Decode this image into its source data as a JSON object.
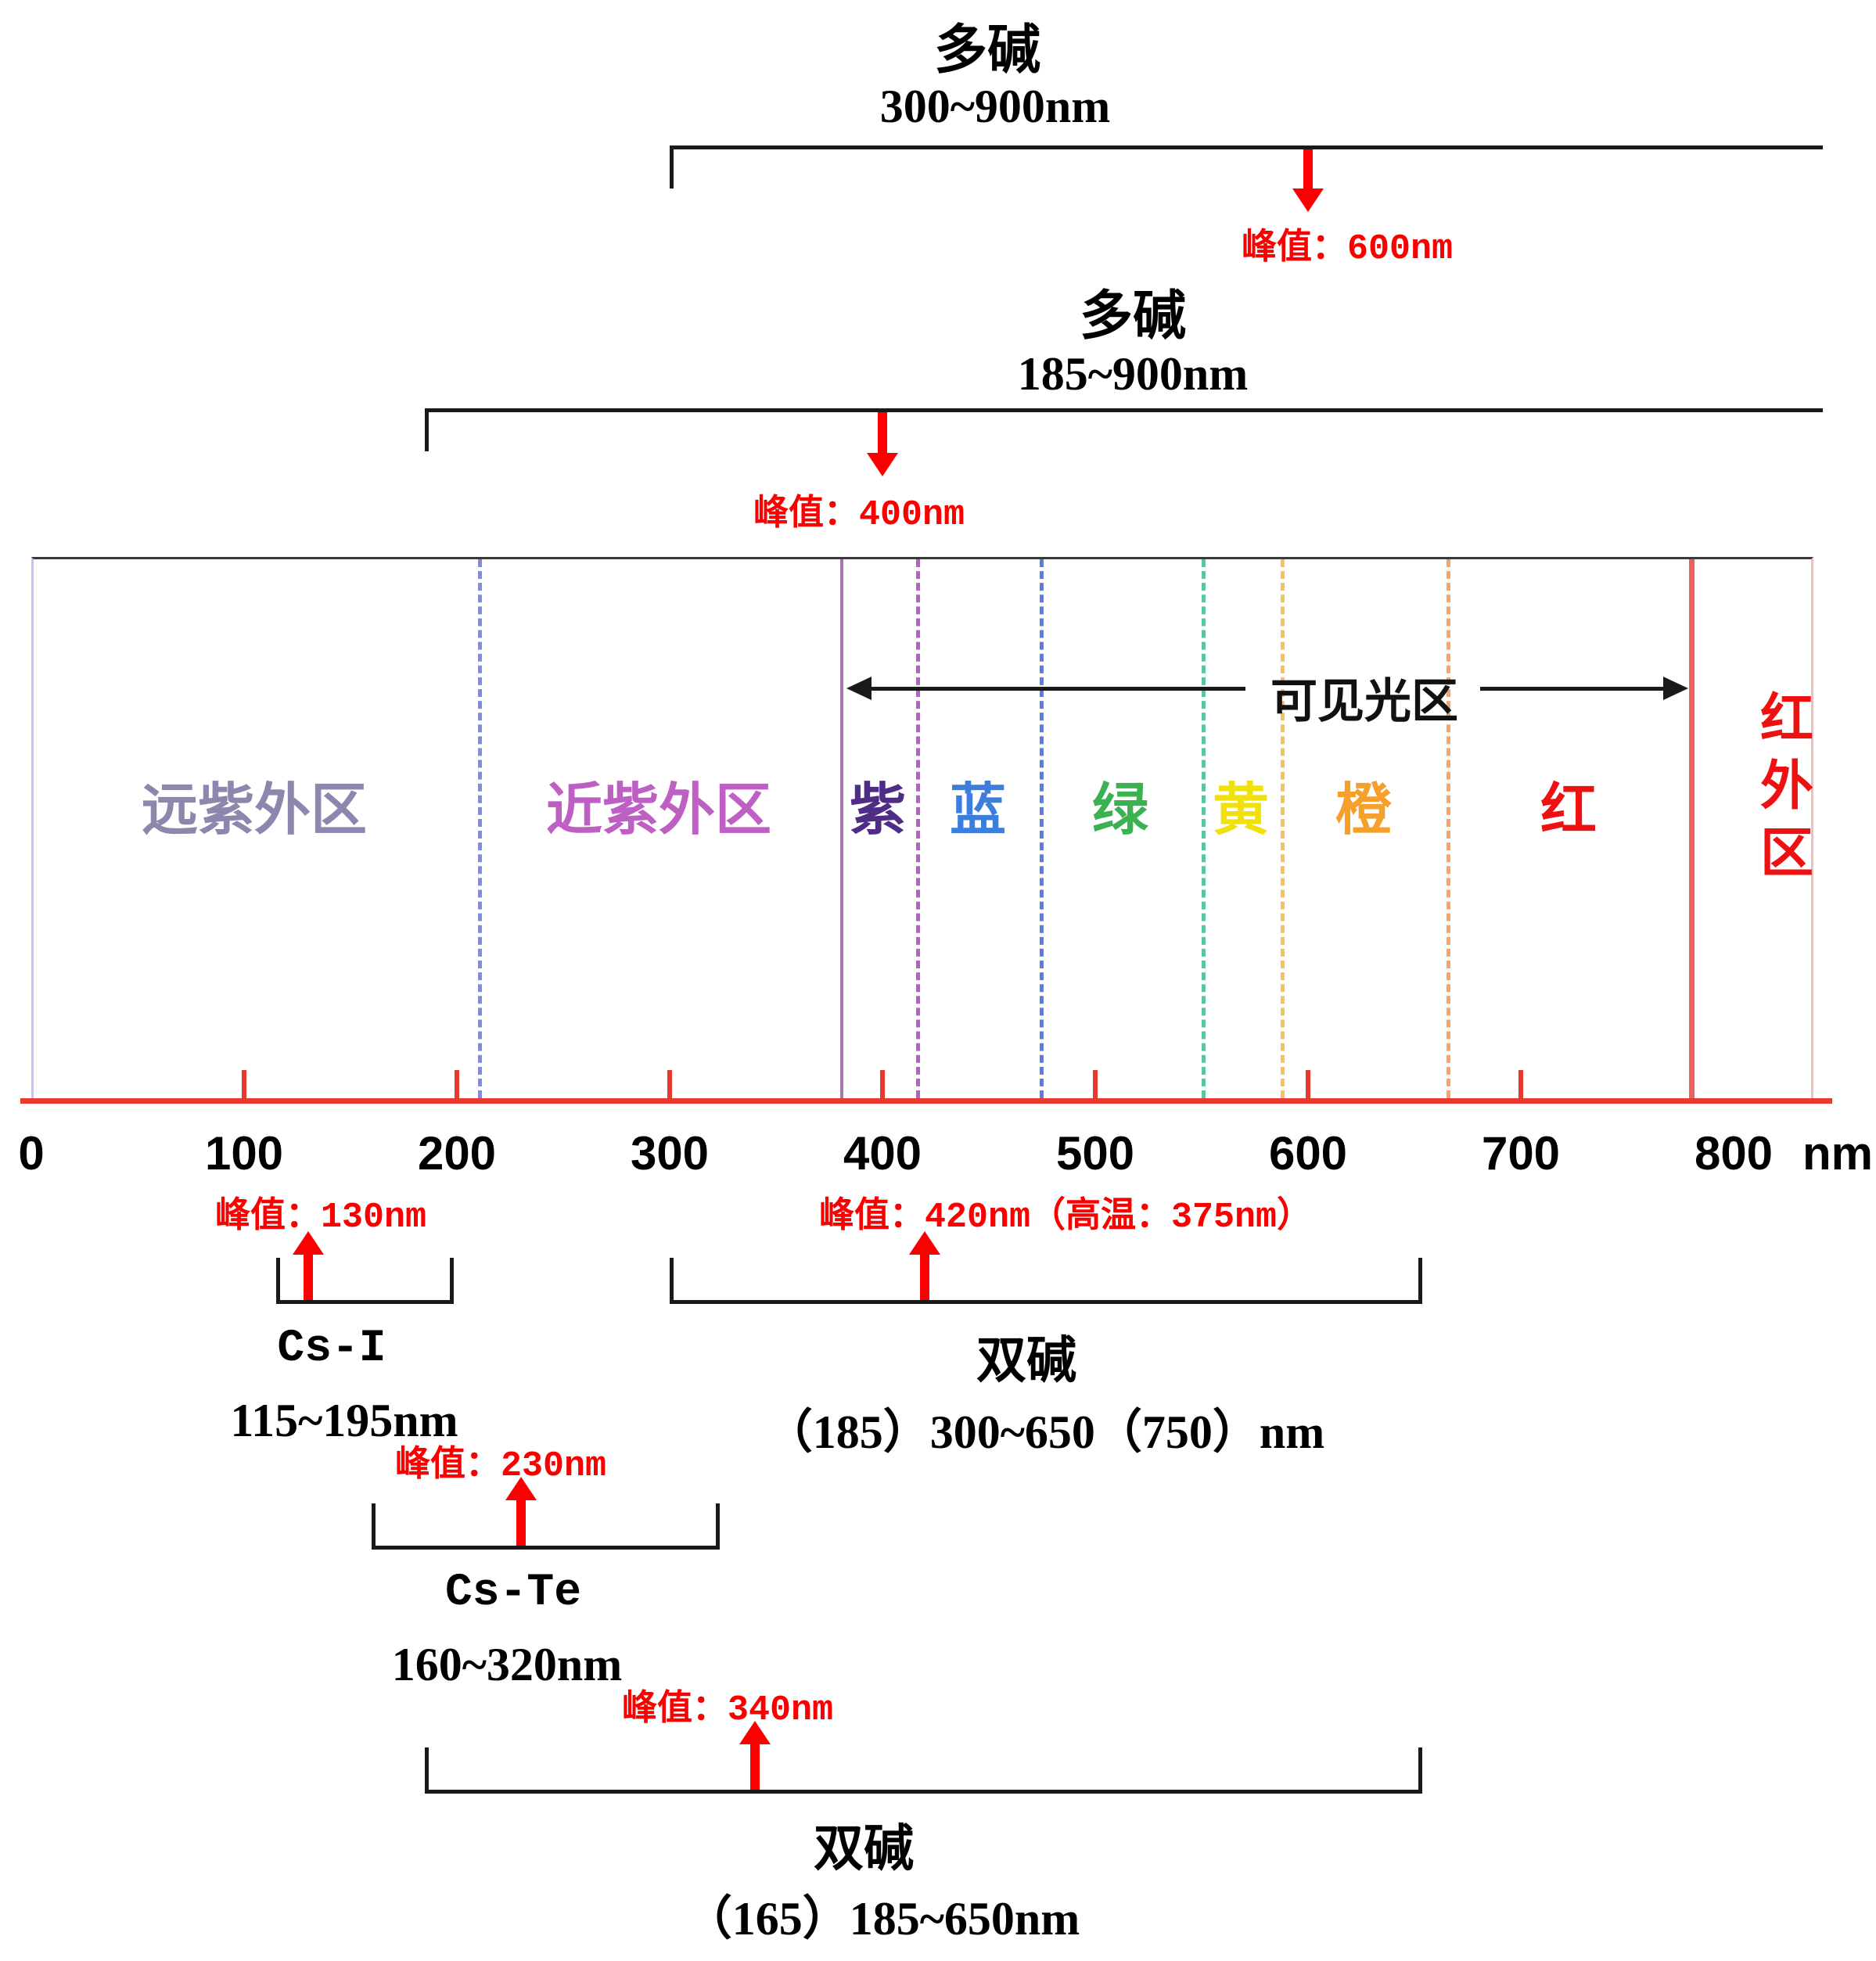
{
  "top_brackets": [
    {
      "title": "多碱",
      "range": "300~900nm",
      "peak": "峰值：600nm"
    },
    {
      "title": "多碱",
      "range": "185~900nm",
      "peak": "峰值：400nm"
    }
  ],
  "chart": {
    "regions": {
      "far_uv": "远紫外区",
      "near_uv": "近紫外区",
      "violet": "紫",
      "blue": "蓝",
      "green": "绿",
      "yellow": "黄",
      "orange": "橙",
      "red": "红",
      "infrared": "红外区"
    },
    "visible_region_label": "可见光区",
    "axis": {
      "ticks": [
        "0",
        "100",
        "200",
        "300",
        "400",
        "500",
        "600",
        "700",
        "800"
      ],
      "unit": "nm"
    }
  },
  "bottom_brackets": [
    {
      "title": "Cs-I",
      "range": "115~195nm",
      "peak": "峰值：130nm"
    },
    {
      "title": "双碱",
      "range": "（185）300~650（750）nm",
      "peak": "峰值：420nm（高温：375nm）"
    },
    {
      "title": "Cs-Te",
      "range": "160~320nm",
      "peak": "峰值：230nm"
    },
    {
      "title": "双碱",
      "range": "（165）185~650nm",
      "peak": "峰值：340nm"
    }
  ],
  "colors": {
    "peak_red": "#fb0000",
    "axis_red": "#e93a30",
    "bracket_black": "#1a1a1a",
    "far_uv_label": "#8e86ac",
    "near_uv_label": "#bd5fc3",
    "violet_label": "#4f2c86",
    "blue_label": "#3c7ede",
    "green_label": "#3bb152",
    "yellow_label": "#f0e10a",
    "orange_label": "#f6a02c",
    "red_label": "#ee1111",
    "infrared_label": "#ee1111",
    "visible_label_black": "#111111",
    "line_uv_boundary": "#7d8ce8",
    "line_visible_start": "#a877b2",
    "line_violet_blue": "#b75ec8",
    "line_blue_green": "#5b7be6",
    "line_green_yellow": "#5ec49b",
    "line_yellow_orange": "#f6c25e",
    "line_orange_red": "#f6a468",
    "line_infrared_start": "#ef6161"
  }
}
